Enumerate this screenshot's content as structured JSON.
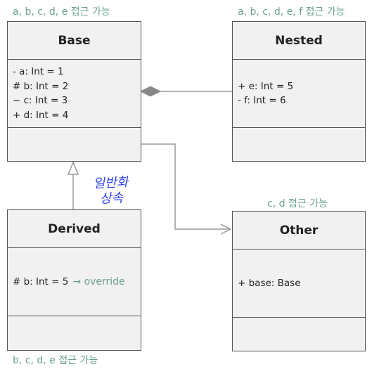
{
  "notes": {
    "base_access": "a, b, c, d, e 접근 가능",
    "nested_access": "a, b, c, d, e, f 접근 가능",
    "other_access": "c, d 접근 가능",
    "derived_access": "b, c, d, e 접근 가능",
    "generalization_label_line1": "일반화",
    "generalization_label_line2": "상속"
  },
  "classes": {
    "base": {
      "name": "Base",
      "attributes": [
        "- a: Int = 1",
        "# b: Int = 2",
        "~ c: Int = 3",
        "+ d: Int = 4"
      ]
    },
    "nested": {
      "name": "Nested",
      "attributes": [
        "+ e: Int = 5",
        "- f: Int = 6"
      ]
    },
    "derived": {
      "name": "Derived",
      "attributes": [
        "# b: Int = 5"
      ],
      "override_note": "→ override"
    },
    "other": {
      "name": "Other",
      "attributes": [
        "+ base: Base"
      ]
    }
  },
  "colors": {
    "note_green": "#6aa08a",
    "handwriting_blue": "#2b3fe0",
    "box_fill": "#f1f1f1",
    "box_border": "#555555",
    "connector": "#9a9a9a"
  }
}
